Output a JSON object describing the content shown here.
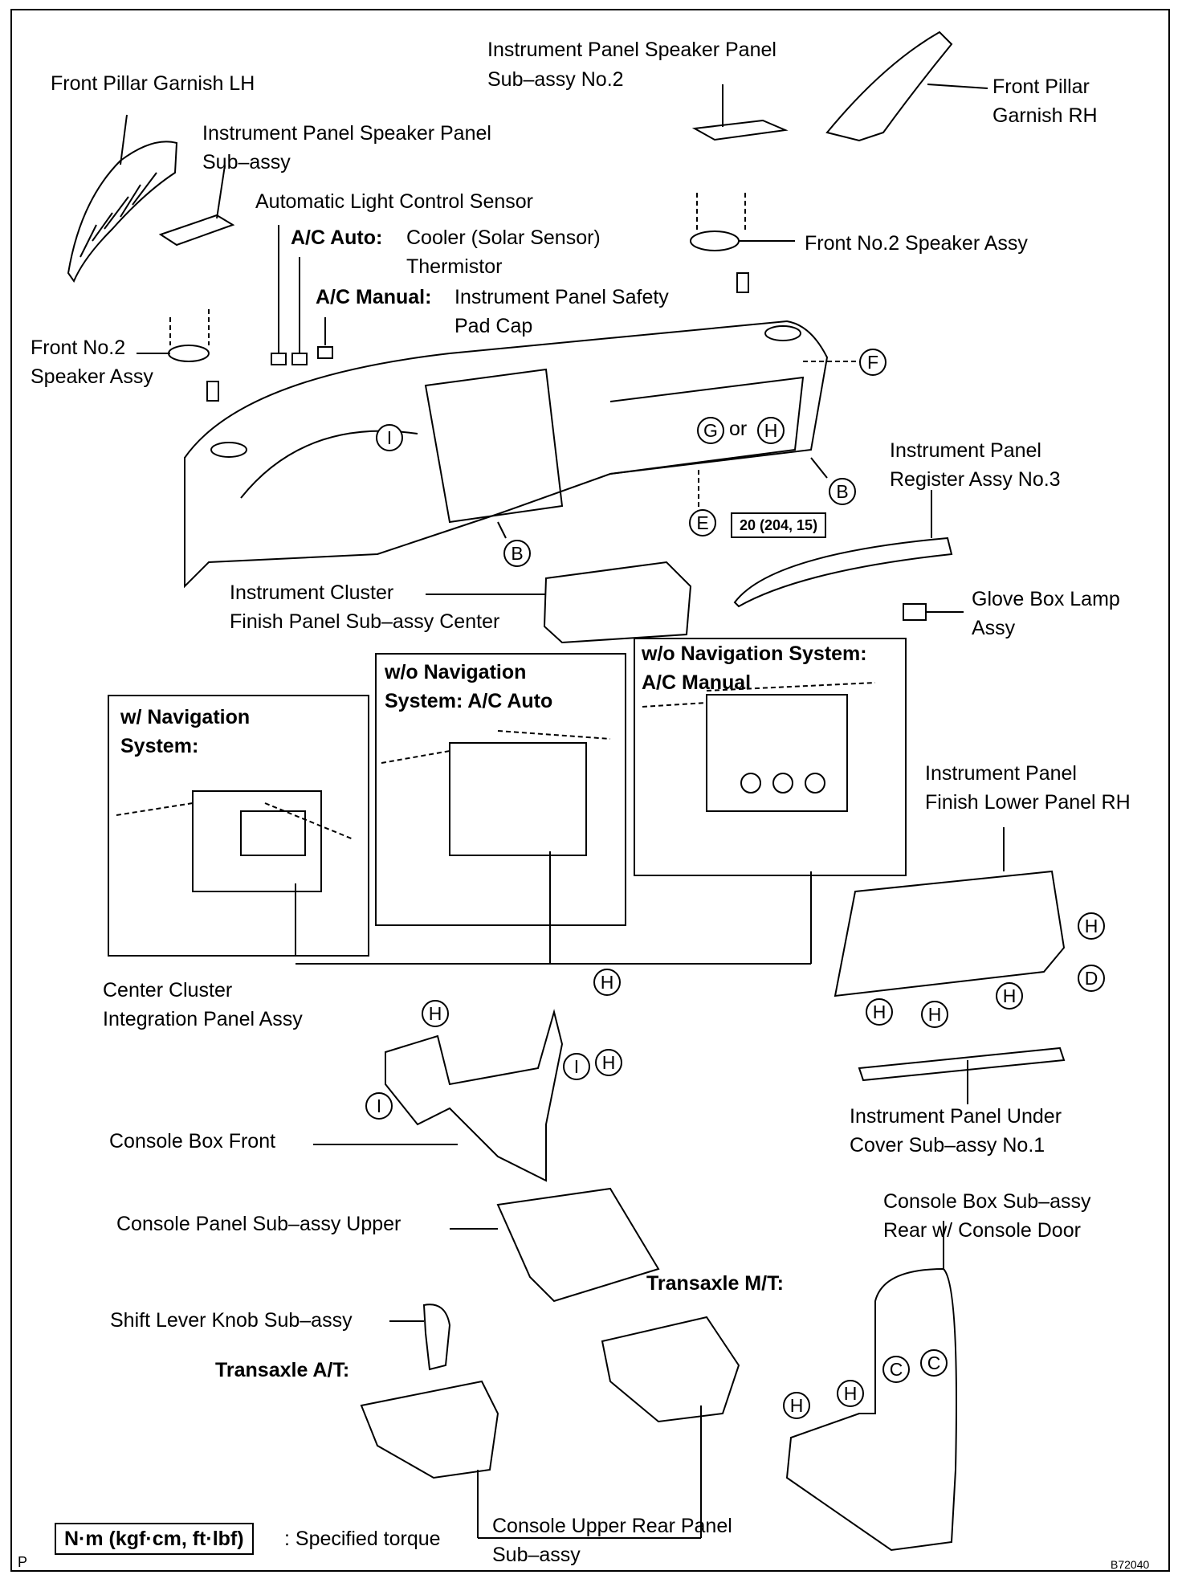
{
  "labels": {
    "front_pillar_garnish_lh": "Front Pillar Garnish LH",
    "ip_speaker_panel_no2_l1": "Instrument Panel Speaker Panel",
    "ip_speaker_panel_no2_l2": "Sub–assy No.2",
    "front_pillar_garnish_rh_l1": "Front Pillar",
    "front_pillar_garnish_rh_l2": "Garnish RH",
    "ip_speaker_panel_l1": "Instrument Panel Speaker Panel",
    "ip_speaker_panel_l2": "Sub–assy",
    "auto_light_sensor": "Automatic Light Control Sensor",
    "ac_auto_prefix": "A/C Auto:",
    "ac_auto_l1": "Cooler (Solar Sensor)",
    "ac_auto_l2": "Thermistor",
    "ac_manual_prefix": "A/C Manual:",
    "ac_manual_l1": "Instrument  Panel  Safety",
    "ac_manual_l2": "Pad Cap",
    "front_no2_speaker_rh": "Front No.2 Speaker Assy",
    "front_no2_speaker_lh_l1": "Front No.2",
    "front_no2_speaker_lh_l2": "Speaker Assy",
    "g_or_h_or": "or",
    "register_no3_l1": "Instrument Panel",
    "register_no3_l2": "Register Assy No.3",
    "torque_value": "20 (204, 15)",
    "cluster_finish_l1": "Instrument Cluster",
    "cluster_finish_l2": "Finish Panel Sub–assy Center",
    "glove_lamp_l1": "Glove Box Lamp",
    "glove_lamp_l2": "Assy",
    "finish_lower_rh_l1": "Instrument Panel",
    "finish_lower_rh_l2": "Finish Lower Panel RH",
    "center_cluster_l1": "Center Cluster",
    "center_cluster_l2": "Integration Panel Assy",
    "console_box_front": "Console Box Front",
    "under_cover_l1": "Instrument Panel Under",
    "under_cover_l2": "Cover Sub–assy No.1",
    "console_panel_upper": "Console Panel Sub–assy Upper",
    "console_box_rear_l1": "Console Box Sub–assy",
    "console_box_rear_l2": "Rear w/ Console Door",
    "transaxle_mt": "Transaxle M/T:",
    "shift_knob": "Shift Lever Knob Sub–assy",
    "transaxle_at": "Transaxle A/T:",
    "upper_rear_l1": "Console Upper Rear Panel",
    "upper_rear_l2": "Sub–assy",
    "legend_box": "N·m (kgf·cm, ft·lbf)",
    "legend_text": ": Specified torque",
    "corner_p": "P",
    "figure_code": "B72040"
  },
  "variant_boxes": {
    "w_nav_l1": "w/ Navigation",
    "w_nav_l2": "System:",
    "wo_nav_auto_l1": "w/o Navigation",
    "wo_nav_auto_l2": "System: A/C Auto",
    "wo_nav_manual_l1": "w/o Navigation System:",
    "wo_nav_manual_l2": "A/C Manual"
  },
  "callouts": {
    "F": "F",
    "G": "G",
    "H": "H",
    "I": "I",
    "B": "B",
    "E": "E",
    "C": "C",
    "D": "D"
  }
}
